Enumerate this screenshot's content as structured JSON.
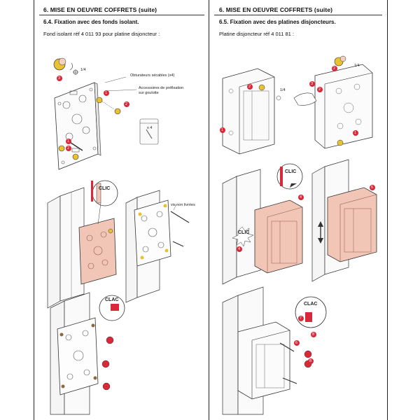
{
  "left": {
    "section": "6. MISE EN OEUVRE COFFRETS (suite)",
    "subsection": "6.4. Fixation avec des fonds isolant.",
    "reference": "Fond isolant réf 4 011 93 pour platine disjoncteur :",
    "labels": {
      "shutters": "Obturateurs sécables (x4)",
      "accessories_1": "Accessoires de préfixation",
      "accessories_2": "sur goulotte",
      "quarter": "1/4",
      "times4": "x 4",
      "screws_not_supplied": "vis non livrées",
      "clic": "CLIC",
      "clac": "CLAC",
      "n1": "1",
      "n2": "2",
      "n3": "3"
    }
  },
  "right": {
    "section": "6. MISE EN OEUVRE COFFRETS (suite)",
    "subsection": "6.5. Fixation avec des platines disjoncteurs.",
    "reference": "Platine disjoncteur réf 4 011 81 :",
    "labels": {
      "quarter": "1/4",
      "clic_a": "CLIC",
      "clic_b": "CLIC",
      "clac": "CLAC",
      "n1": "1",
      "n2": "2",
      "n3": "3",
      "n4": "4",
      "n5": "5",
      "n6": "6",
      "n7": "7",
      "n8": "8"
    }
  },
  "colors": {
    "marker": "#d9283a",
    "plate_pink": "#f2c6b6",
    "screw_yellow": "#e8c230"
  }
}
